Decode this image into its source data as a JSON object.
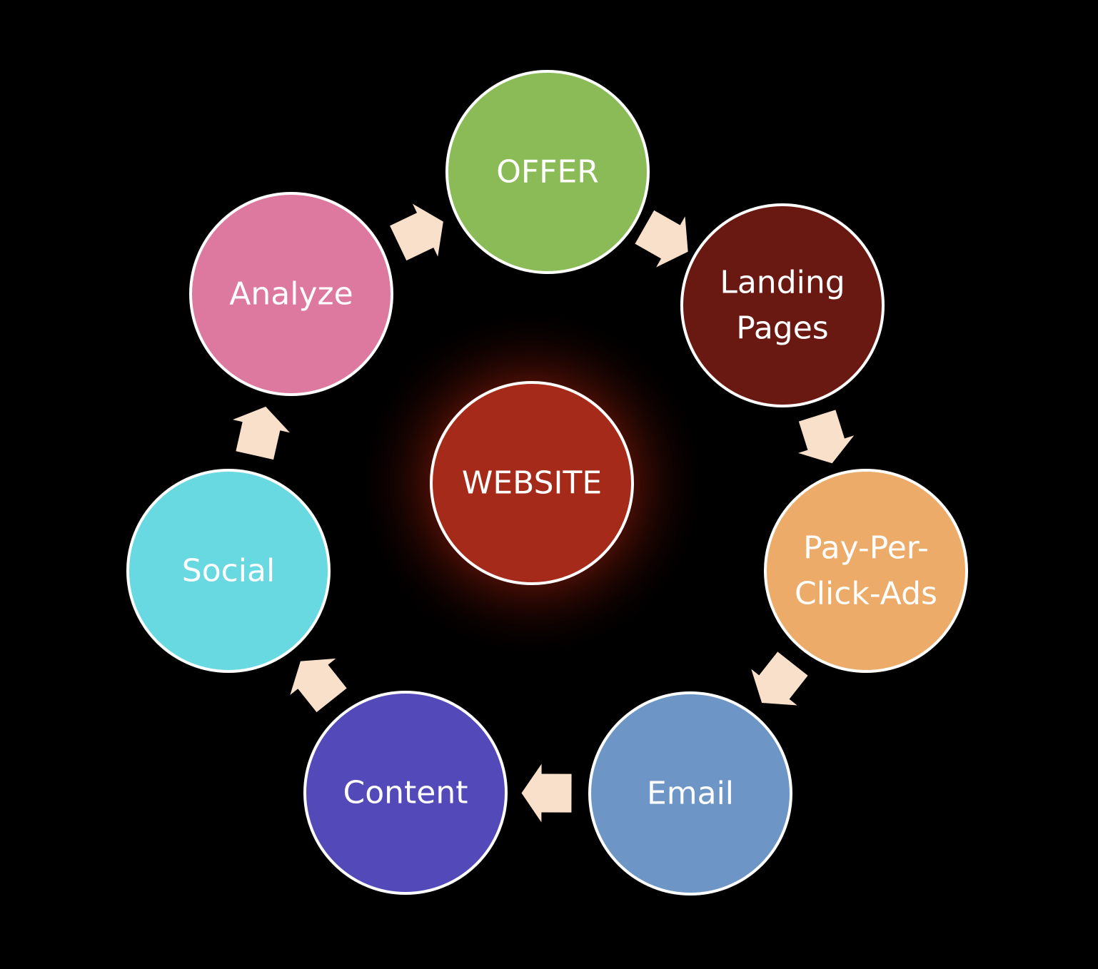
{
  "center": {
    "label": "WEBSITE",
    "color": "#a52a1a",
    "glow_color": "#ff3c14"
  },
  "nodes": [
    {
      "id": "offer",
      "lines": [
        "OFFER"
      ],
      "color": "#8bbb57"
    },
    {
      "id": "landing-pages",
      "lines": [
        "Landing",
        "Pages"
      ],
      "color": "#6a1912"
    },
    {
      "id": "pay-per-click-ads",
      "lines": [
        "Pay-Per-",
        "Click-Ads"
      ],
      "color": "#edab69"
    },
    {
      "id": "email",
      "lines": [
        "Email"
      ],
      "color": "#6d96c6"
    },
    {
      "id": "content",
      "lines": [
        "Content"
      ],
      "color": "#5349b9"
    },
    {
      "id": "social",
      "lines": [
        "Social"
      ],
      "color": "#68d9e0"
    },
    {
      "id": "analyze",
      "lines": [
        "Analyze"
      ],
      "color": "#dd789f"
    }
  ],
  "colors": {
    "background": "#000000",
    "arrow": "#f9e0cb",
    "circle_border": "#ffffff",
    "text": "#ffffff"
  }
}
